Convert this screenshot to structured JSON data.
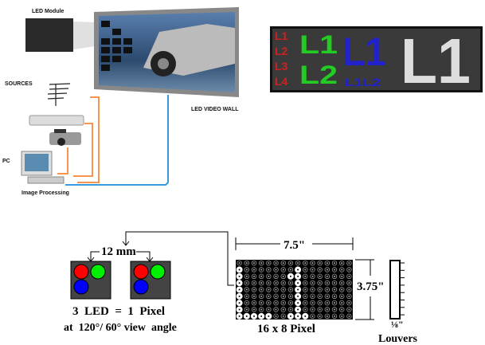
{
  "left_diagram": {
    "led_module_label": "LED Module",
    "sources_label": "SOURCES",
    "led_video_wall_label": "LED VIDEO WALL",
    "pc_label": "PC",
    "image_processing_label": "Image Processing"
  },
  "sign": {
    "red_lines": [
      "L1",
      "L2",
      "L3",
      "L4"
    ],
    "green_lines": [
      "L1",
      "L2"
    ],
    "blue_big": "L1",
    "blue_small": "L1L2",
    "white_big": "L1",
    "colors": {
      "red": "#cc2222",
      "green": "#22cc22",
      "blue": "#2222cc",
      "white": "#dddddd",
      "background": "#3a3a3a"
    }
  },
  "pixel_diagram": {
    "spacing_label": "12 mm",
    "equation_label": "3  LED  =  1  Pixel",
    "view_angle_label": "at  120°/ 60° view  angle",
    "led_colors": [
      "#ff0000",
      "#00ee00",
      "#0000ff"
    ]
  },
  "module_diagram": {
    "width_label": "7.5\"",
    "height_label": "3.75\"",
    "resolution_label": "16 x 8 Pixel",
    "louver_size_label": "⅛\"",
    "louvers_label": "Louvers",
    "matrix_cols": 16,
    "matrix_rows": 9,
    "lit_pixels": [
      [
        0,
        1
      ],
      [
        0,
        2
      ],
      [
        0,
        3
      ],
      [
        0,
        4
      ],
      [
        0,
        5
      ],
      [
        0,
        6
      ],
      [
        0,
        7
      ],
      [
        0,
        8
      ],
      [
        1,
        8
      ],
      [
        2,
        8
      ],
      [
        3,
        8
      ],
      [
        4,
        8
      ],
      [
        8,
        1
      ],
      [
        8,
        2
      ],
      [
        8,
        3
      ],
      [
        8,
        4
      ],
      [
        8,
        5
      ],
      [
        8,
        6
      ],
      [
        8,
        7
      ],
      [
        8,
        8
      ],
      [
        7,
        2
      ],
      [
        7,
        8
      ],
      [
        9,
        8
      ]
    ]
  }
}
